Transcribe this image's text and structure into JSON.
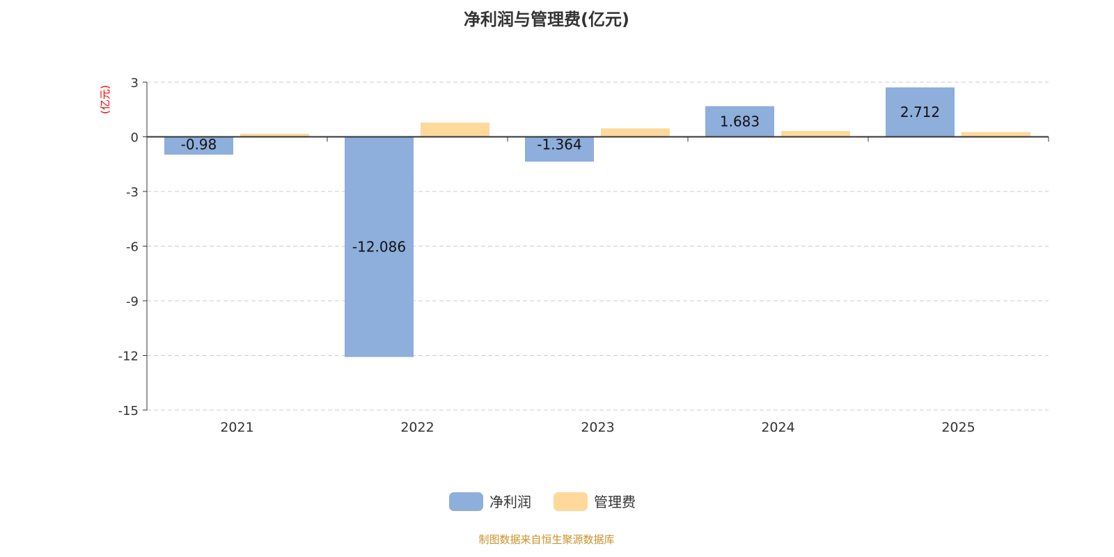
{
  "chart_data": {
    "type": "bar",
    "title": "净利润与管理费(亿元)",
    "ylabel": "(亿元)",
    "categories": [
      "2021",
      "2022",
      "2023",
      "2024",
      "2025"
    ],
    "ylim": [
      -15,
      3
    ],
    "yticks": [
      3,
      0,
      -3,
      -6,
      -9,
      -12,
      -15
    ],
    "grid": true,
    "legend_position": "bottom",
    "series": [
      {
        "name": "净利润",
        "color": "#8eaedb",
        "values": [
          -0.98,
          -12.086,
          -1.364,
          1.683,
          2.712
        ],
        "labels": [
          "-0.98",
          "-12.086",
          "-1.364",
          "1.683",
          "2.712"
        ]
      },
      {
        "name": "管理费",
        "color": "#fed99b",
        "values": [
          0.17,
          0.78,
          0.46,
          0.32,
          0.26
        ]
      }
    ]
  },
  "source": "制图数据来自恒生聚源数据库"
}
